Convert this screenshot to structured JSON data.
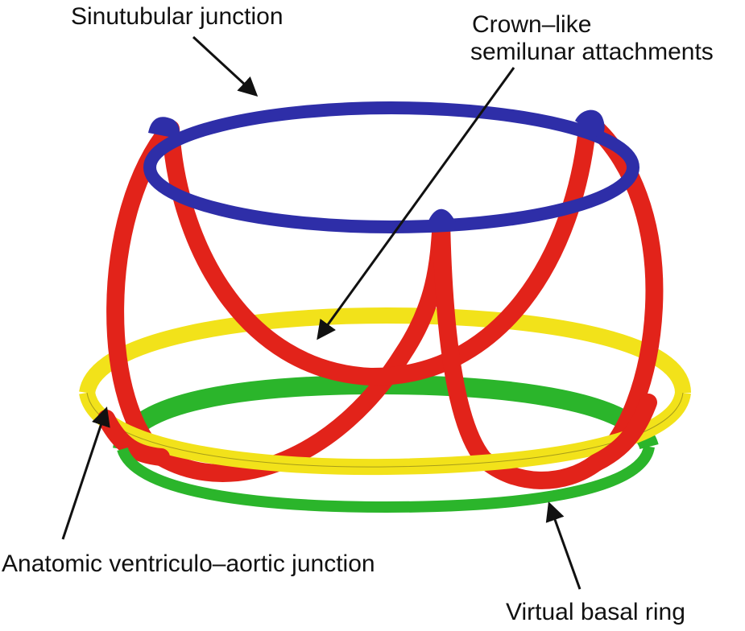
{
  "labels": {
    "sinutubular": "Sinutubular junction",
    "crown_line1": "Crown–like",
    "crown_line2": "semilunar attachments",
    "anatomic": "Anatomic ventriculo–aortic junction",
    "virtual": "Virtual basal ring"
  },
  "colors": {
    "sinutubular_ring": "#2e2ea8",
    "leaflet_attachments": "#e2231a",
    "ventriculo_aortic_ring": "#f2e21a",
    "basal_ring": "#2bb52b",
    "arrows": "#111111"
  }
}
